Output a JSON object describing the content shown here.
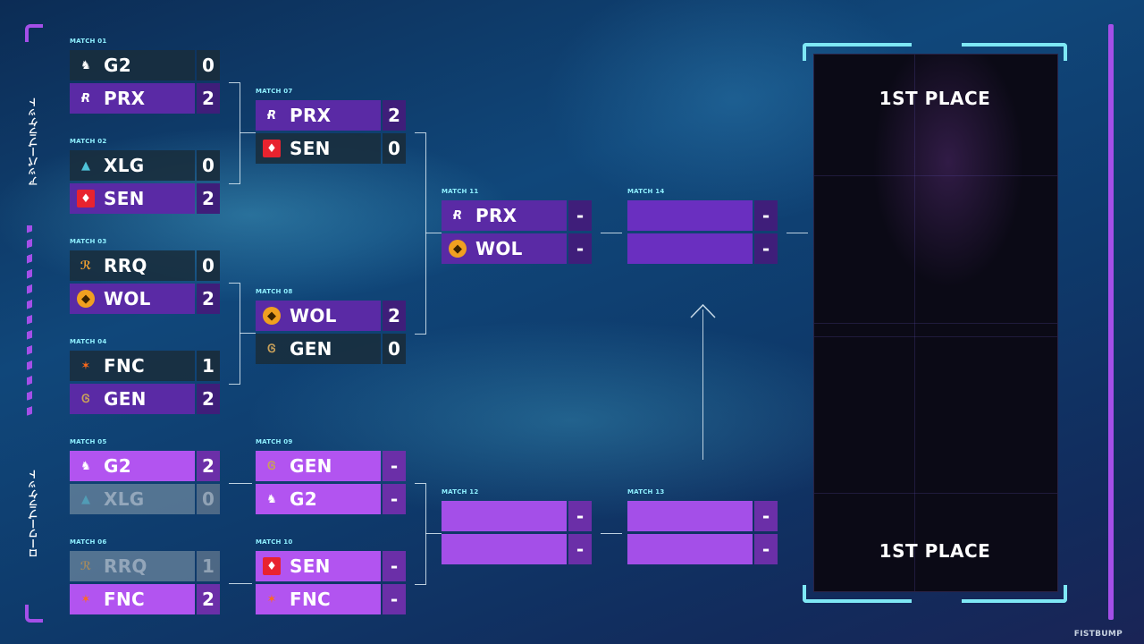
{
  "side_labels": {
    "upper": "アッパーブラケット",
    "lower": "ローワーブラケット"
  },
  "matches": {
    "m01": {
      "label": "MATCH 01",
      "t1": {
        "name": "G2",
        "score": "0"
      },
      "t2": {
        "name": "PRX",
        "score": "2"
      }
    },
    "m02": {
      "label": "MATCH 02",
      "t1": {
        "name": "XLG",
        "score": "0"
      },
      "t2": {
        "name": "SEN",
        "score": "2"
      }
    },
    "m03": {
      "label": "MATCH 03",
      "t1": {
        "name": "RRQ",
        "score": "0"
      },
      "t2": {
        "name": "WOL",
        "score": "2"
      }
    },
    "m04": {
      "label": "MATCH 04",
      "t1": {
        "name": "FNC",
        "score": "1"
      },
      "t2": {
        "name": "GEN",
        "score": "2"
      }
    },
    "m05": {
      "label": "MATCH 05",
      "t1": {
        "name": "G2",
        "score": "2"
      },
      "t2": {
        "name": "XLG",
        "score": "0"
      }
    },
    "m06": {
      "label": "MATCH 06",
      "t1": {
        "name": "RRQ",
        "score": "1"
      },
      "t2": {
        "name": "FNC",
        "score": "2"
      }
    },
    "m07": {
      "label": "MATCH 07",
      "t1": {
        "name": "PRX",
        "score": "2"
      },
      "t2": {
        "name": "SEN",
        "score": "0"
      }
    },
    "m08": {
      "label": "MATCH 08",
      "t1": {
        "name": "WOL",
        "score": "2"
      },
      "t2": {
        "name": "GEN",
        "score": "0"
      }
    },
    "m09": {
      "label": "MATCH 09",
      "t1": {
        "name": "GEN",
        "score": "-"
      },
      "t2": {
        "name": "G2",
        "score": "-"
      }
    },
    "m10": {
      "label": "MATCH 10",
      "t1": {
        "name": "SEN",
        "score": "-"
      },
      "t2": {
        "name": "FNC",
        "score": "-"
      }
    },
    "m11": {
      "label": "MATCH 11",
      "t1": {
        "name": "PRX",
        "score": "-"
      },
      "t2": {
        "name": "WOL",
        "score": "-"
      }
    },
    "m12": {
      "label": "MATCH 12",
      "t1": {
        "name": "",
        "score": "-"
      },
      "t2": {
        "name": "",
        "score": "-"
      }
    },
    "m13": {
      "label": "MATCH 13",
      "t1": {
        "name": "",
        "score": "-"
      },
      "t2": {
        "name": "",
        "score": "-"
      }
    },
    "m14": {
      "label": "MATCH 14",
      "t1": {
        "name": "",
        "score": "-"
      },
      "t2": {
        "name": "",
        "score": "-"
      }
    }
  },
  "final": {
    "top_label": "1ST PLACE",
    "bottom_label": "1ST PLACE"
  },
  "watermark": "FISTBUMP",
  "colors": {
    "accent_cyan": "#8ff0ff",
    "accent_purple": "#a44fe8",
    "team_logos": {
      "G2": "#ffffff",
      "PRX": "#ffffff",
      "XLG": "#4fc3d9",
      "SEN": "#e8232f",
      "RRQ": "#f0a030",
      "WOL": "#f0a020",
      "FNC": "#ff6a1a",
      "GEN": "#c9a15a"
    }
  }
}
